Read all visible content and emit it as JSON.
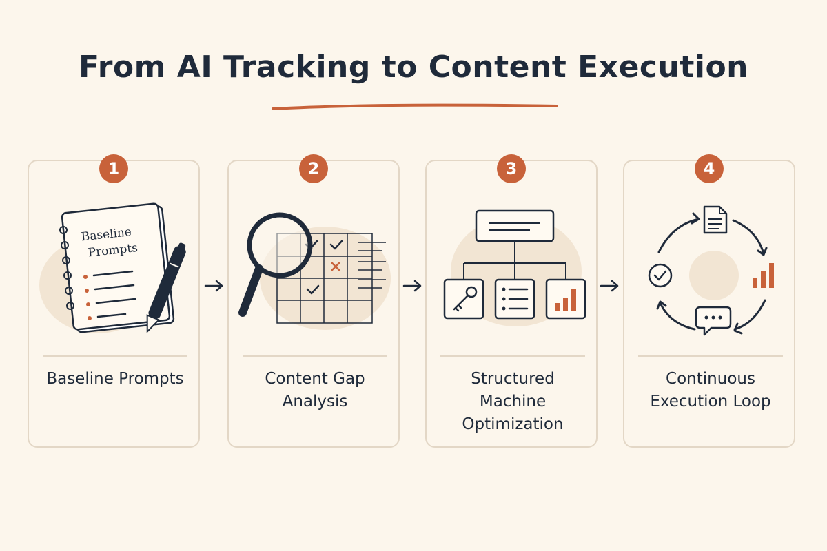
{
  "title": "From AI Tracking to Content Execution",
  "accent_color": "#c8623a",
  "ink_color": "#1f2a3a",
  "steps": [
    {
      "number": "1",
      "label": "Baseline Prompts",
      "notebook_title_line1": "Baseline",
      "notebook_title_line2": "Prompts",
      "icons": [
        "notebook-icon",
        "pen-icon"
      ]
    },
    {
      "number": "2",
      "label": "Content Gap\nAnalysis",
      "icons": [
        "magnifier-icon",
        "grid-icon",
        "check-icon",
        "x-icon"
      ]
    },
    {
      "number": "3",
      "label": "Structured\nMachine\nOptimization",
      "icons": [
        "hierarchy-icon",
        "key-icon",
        "list-icon",
        "bar-chart-icon"
      ]
    },
    {
      "number": "4",
      "label": "Continuous\nExecution Loop",
      "icons": [
        "document-icon",
        "bar-chart-icon",
        "chat-icon",
        "check-circle-icon",
        "cycle-arrows-icon"
      ]
    }
  ]
}
